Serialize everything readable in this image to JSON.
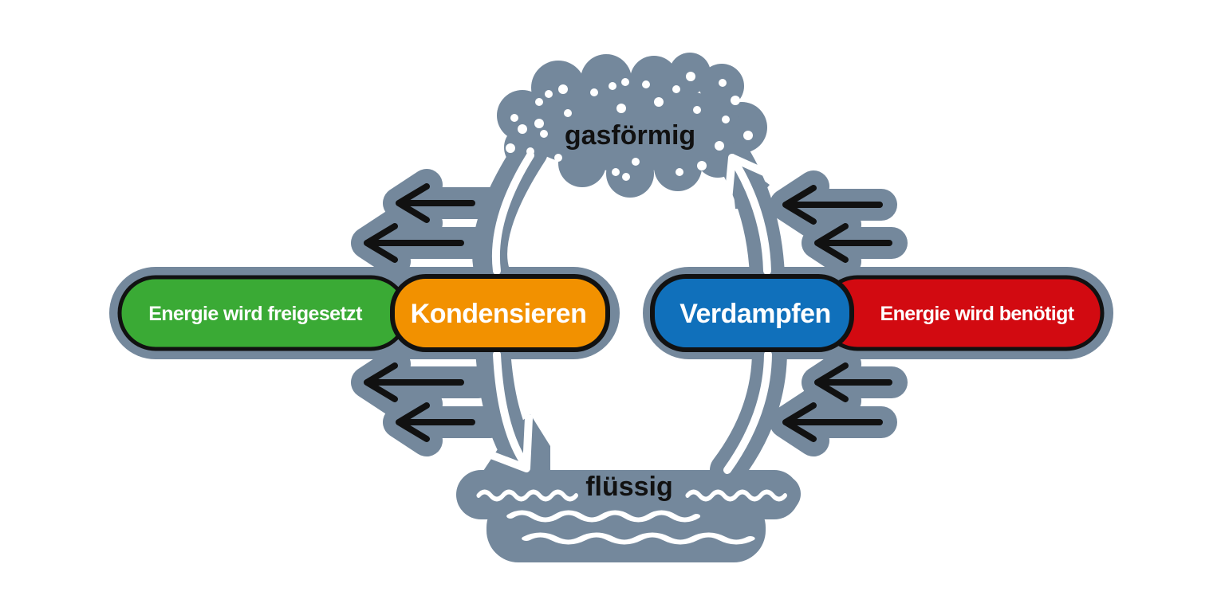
{
  "states": {
    "gas": "gasförmig",
    "liquid": "flüssig"
  },
  "processes": {
    "condense": "Kondensieren",
    "evaporate": "Verdampfen"
  },
  "energy": {
    "released": "Energie wird freigesetzt",
    "required": "Energie wird benötigt"
  },
  "colors": {
    "halo": "#74889c",
    "released": "#3aaa35",
    "condense": "#f29100",
    "evaporate": "#1070bb",
    "required": "#d20a11",
    "outline": "#111111",
    "cycle_arrow": "#ffffff"
  },
  "icons": {
    "energy_arrows_left": "arrow-left",
    "energy_arrows_right": "arrow-left",
    "gas_particles": "dots",
    "liquid_waves": "waves"
  }
}
